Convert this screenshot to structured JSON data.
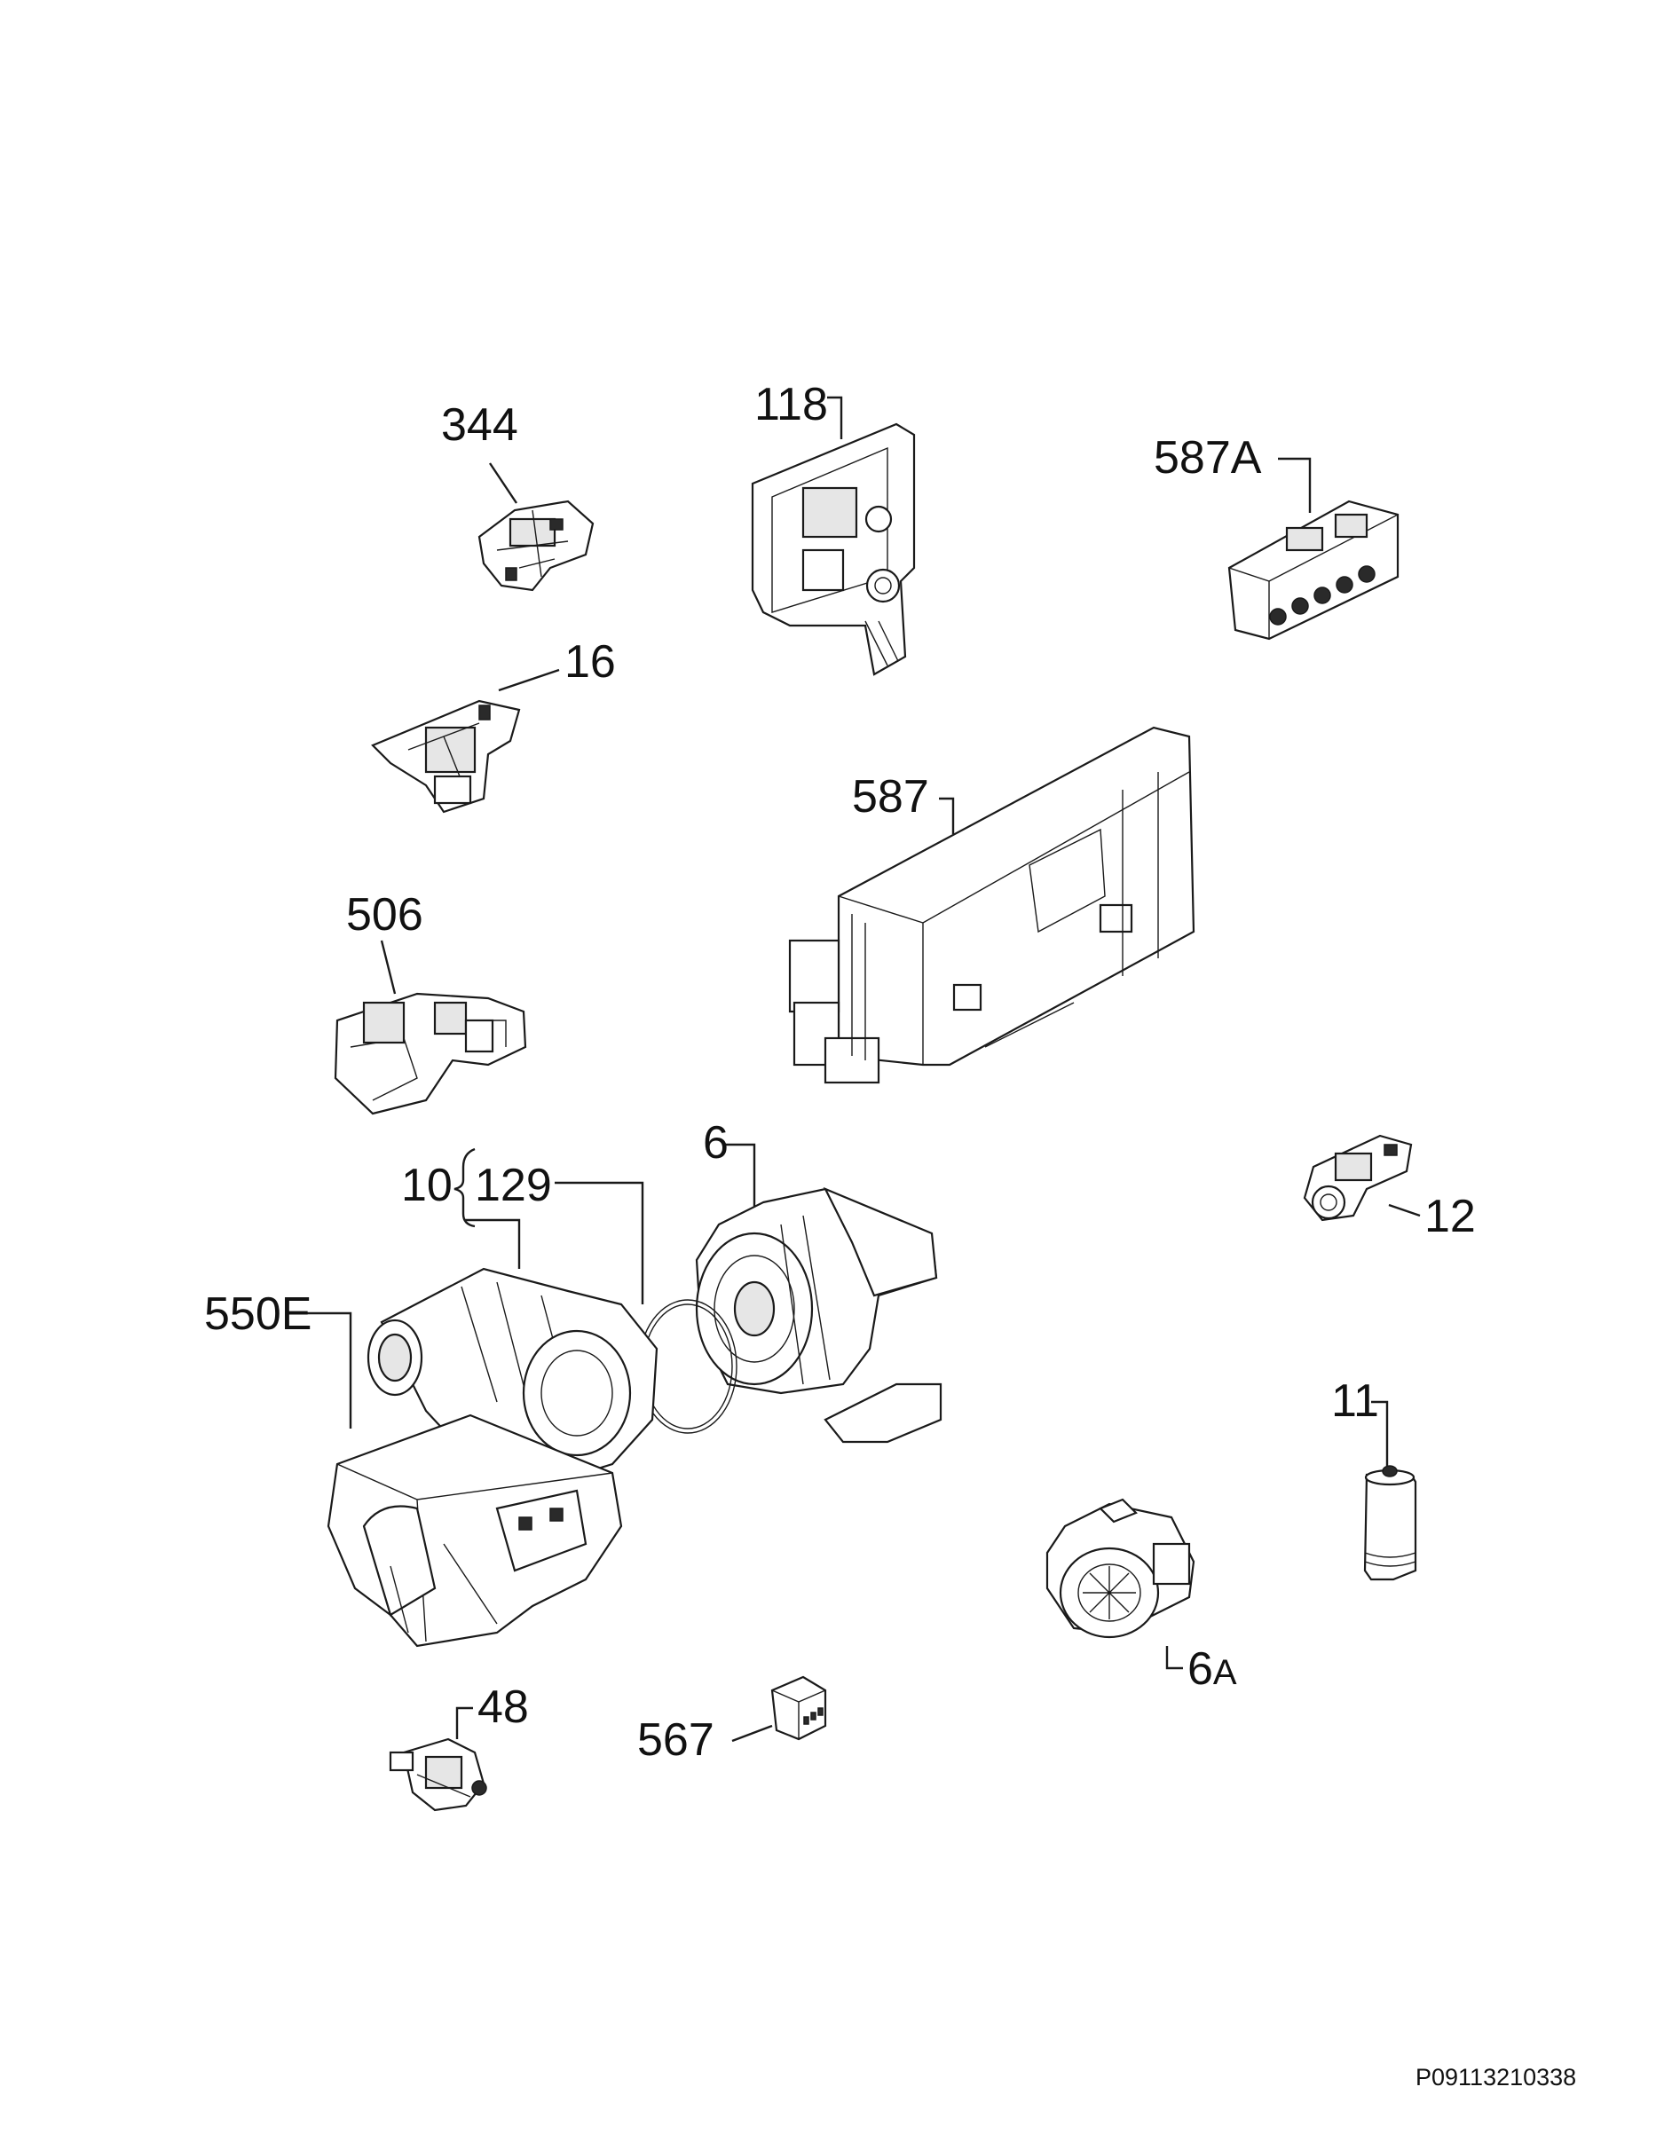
{
  "diagram": {
    "labels": {
      "p344": "344",
      "p118": "118",
      "p587A": "587A",
      "p16": "16",
      "p587": "587",
      "p506": "506",
      "p6": "6",
      "p10": "10",
      "p129": "129",
      "p12": "12",
      "p550E": "550E",
      "p11": "11",
      "p48": "48",
      "p567": "567",
      "p6A_num": "6",
      "p6A_suffix": "A"
    },
    "document_id": "P09113210338"
  }
}
